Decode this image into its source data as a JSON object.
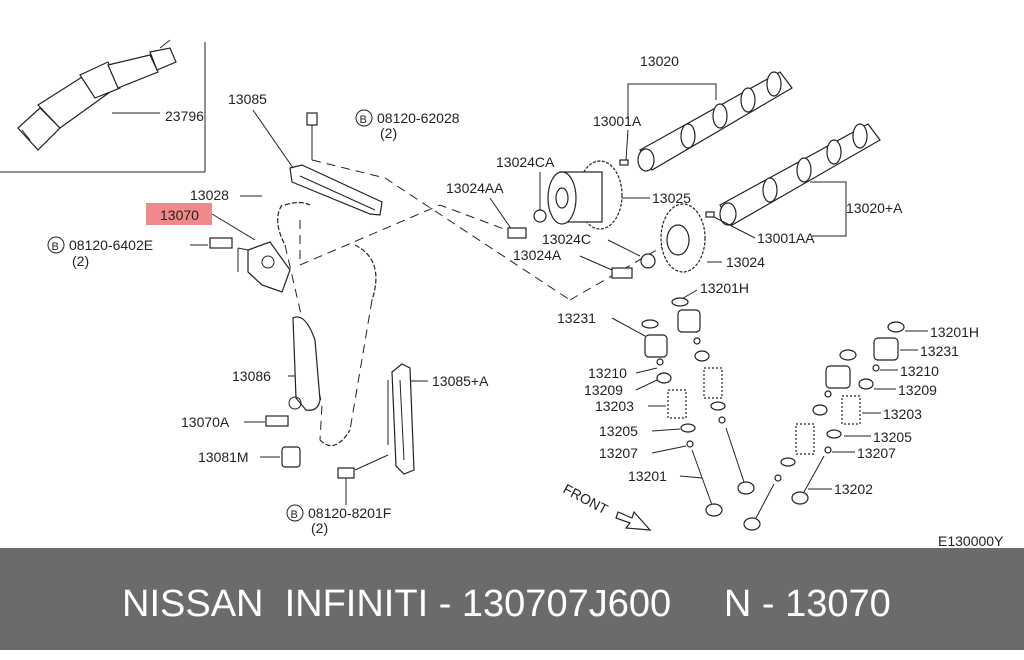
{
  "diagram": {
    "highlight_color": "#f08a8a",
    "labels": {
      "p23796": "23796",
      "p13085": "13085",
      "p08120_62028": "08120-62028",
      "qty_62028": "(2)",
      "p13028": "13028",
      "p13070": "13070",
      "p08120_6402E": "08120-6402E",
      "qty_6402E": "(2)",
      "p13086": "13086",
      "p13070A": "13070A",
      "p13081M": "13081M",
      "p08120_8201F": "08120-8201F",
      "qty_8201F": "(2)",
      "p13085A": "13085+A",
      "p13020": "13020",
      "p13001A": "13001A",
      "p13024CA": "13024CA",
      "p13024AA": "13024AA",
      "p13025": "13025",
      "p13020A": "13020+A",
      "p13001AA": "13001AA",
      "p13024C": "13024C",
      "p13024A": "13024A",
      "p13024": "13024",
      "p13201H_1": "13201H",
      "p13231_1": "13231",
      "p13210_1": "13210",
      "p13209_1": "13209",
      "p13203_1": "13203",
      "p13205_1": "13205",
      "p13207_1": "13207",
      "p13201": "13201",
      "p13201H_2": "13201H",
      "p13231_2": "13231",
      "p13210_2": "13210",
      "p13209_2": "13209",
      "p13203_2": "13203",
      "p13205_2": "13205",
      "p13207_2": "13207",
      "p13202": "13202",
      "front": "FRONT",
      "code": "E130000Y",
      "bolt_mark": "B"
    }
  },
  "footer": {
    "text": "NISSAN  INFINITI - 130707J600     N - 13070"
  }
}
